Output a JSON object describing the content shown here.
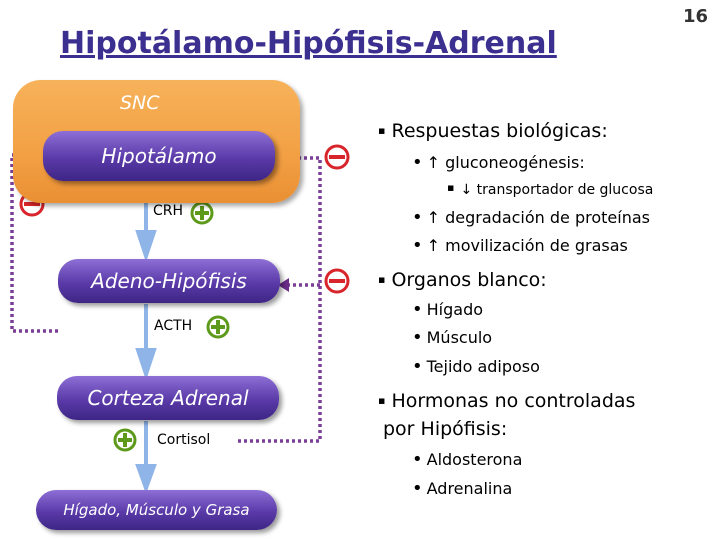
{
  "slide": {
    "title": "Hipotálamo-Hipófisis-Adrenal",
    "page_number": "16"
  },
  "diagram": {
    "snc": "SNC",
    "hipotalamo": "Hipotálamo",
    "crh": "CRH",
    "adeno": "Adeno-Hipófisis",
    "acth": "ACTH",
    "corteza": "Corteza Adrenal",
    "cortisol": "Cortisol",
    "targets": "Hígado, Músculo y Grasa"
  },
  "colors": {
    "orange": "#f3a044",
    "purple": "#5a3aa8",
    "red": "#d8252b",
    "green": "#5d9a1b",
    "blue_arrow": "#8fb4e8",
    "dotted_purple": "#7a3e98"
  },
  "bullets": {
    "resp_title": "Respuestas biológicas:",
    "gluco": "gluconeogénesis:",
    "transport": "transportador de glucosa",
    "degradacion": "degradación de proteínas",
    "movilizacion": "movilización de grasas",
    "organos_title": "Organos blanco:",
    "higado": "Hígado",
    "musculo": "Músculo",
    "tejido": "Tejido adiposo",
    "hormonas_line1": "Hormonas no controladas",
    "hormonas_line2": "por Hipófisis:",
    "aldosterona": "Aldosterona",
    "adrenalina": "Adrenalina"
  },
  "icons": {
    "up": "↑",
    "down": "↓",
    "square": "▪",
    "dot": "•"
  }
}
